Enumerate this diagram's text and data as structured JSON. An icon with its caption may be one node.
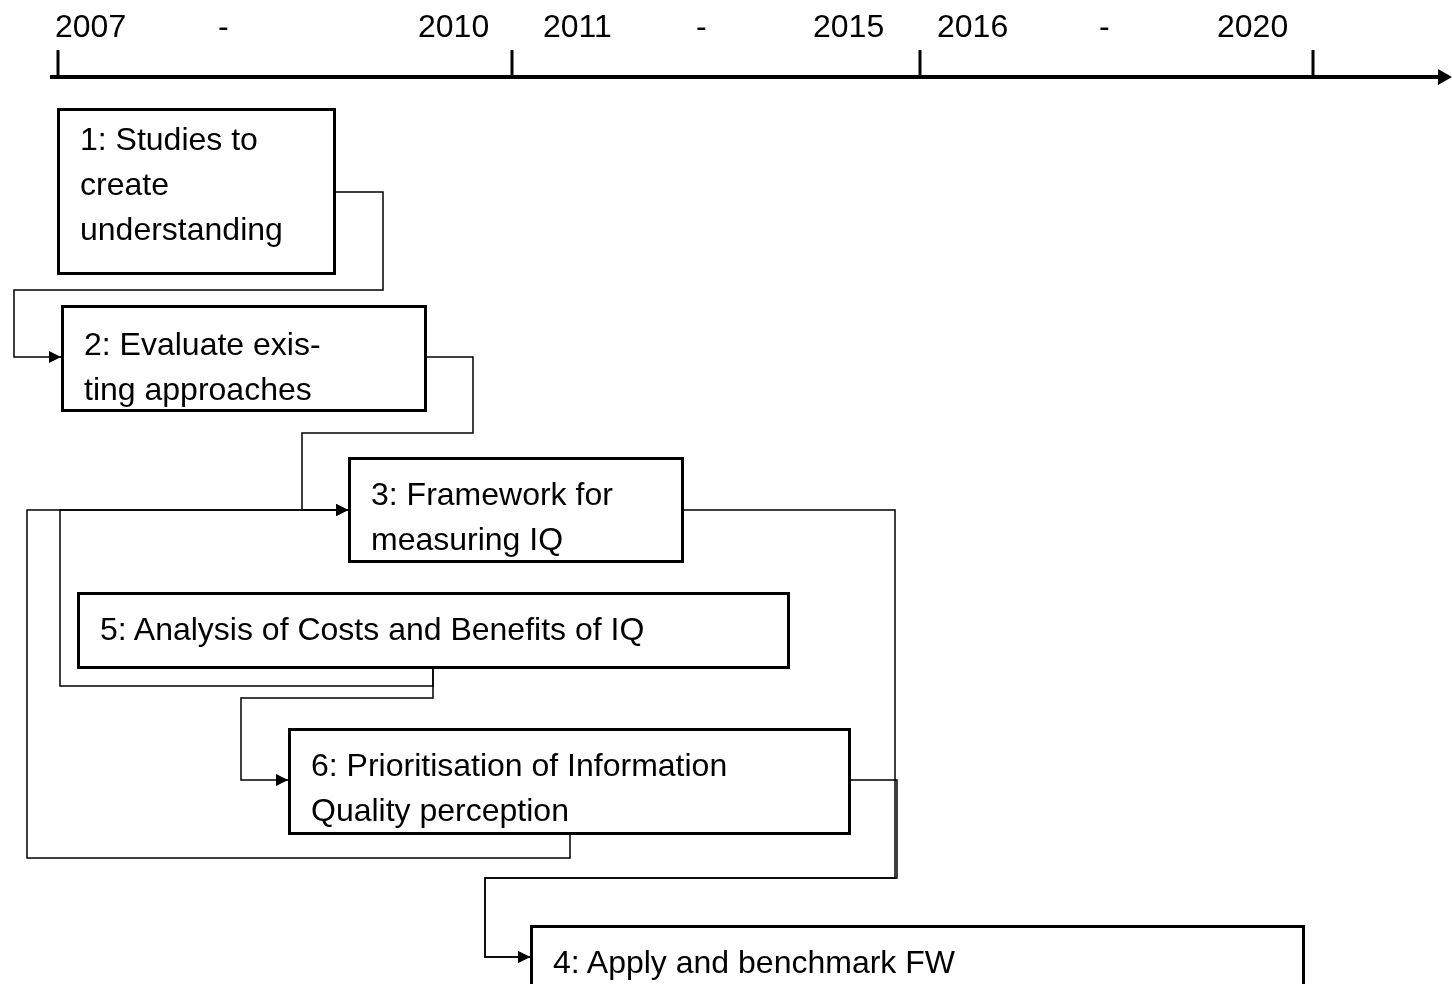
{
  "diagram": {
    "nodes": [
      {
        "text": [
          "1: Studies to create understanding"
        ]
      },
      {
        "text": [
          "2: Evaluate exis- ting approaches"
        ]
      },
      {
        "text": [
          "3: Framework for measuring IQ"
        ]
      },
      {
        "text": [
          "5: Analysis of Costs and Benefits of IQ"
        ]
      },
      {
        "text": [
          "6: Prioritisation of Information Quality perception"
        ]
      },
      {
        "text": [
          "4: Apply and benchmark FW"
        ]
      }
    ],
    "edges": [
      {
        "from": 0,
        "to": 1,
        "arrow": "to"
      },
      {
        "from": 1,
        "to": 2,
        "arrow": "to"
      },
      {
        "from": 3,
        "to": 2,
        "arrow": "to"
      },
      {
        "from": 3,
        "to": 4,
        "arrow": "to"
      },
      {
        "from": 4,
        "to": 2,
        "arrow": "to"
      },
      {
        "from": 2,
        "to": 5,
        "arrow": "to"
      },
      {
        "from": 4,
        "to": 5,
        "arrow": "to"
      }
    ],
    "labels": [
      "2007",
      "-",
      "2010",
      "2011",
      "-",
      "2015",
      "2016",
      "-",
      "2020"
    ]
  }
}
